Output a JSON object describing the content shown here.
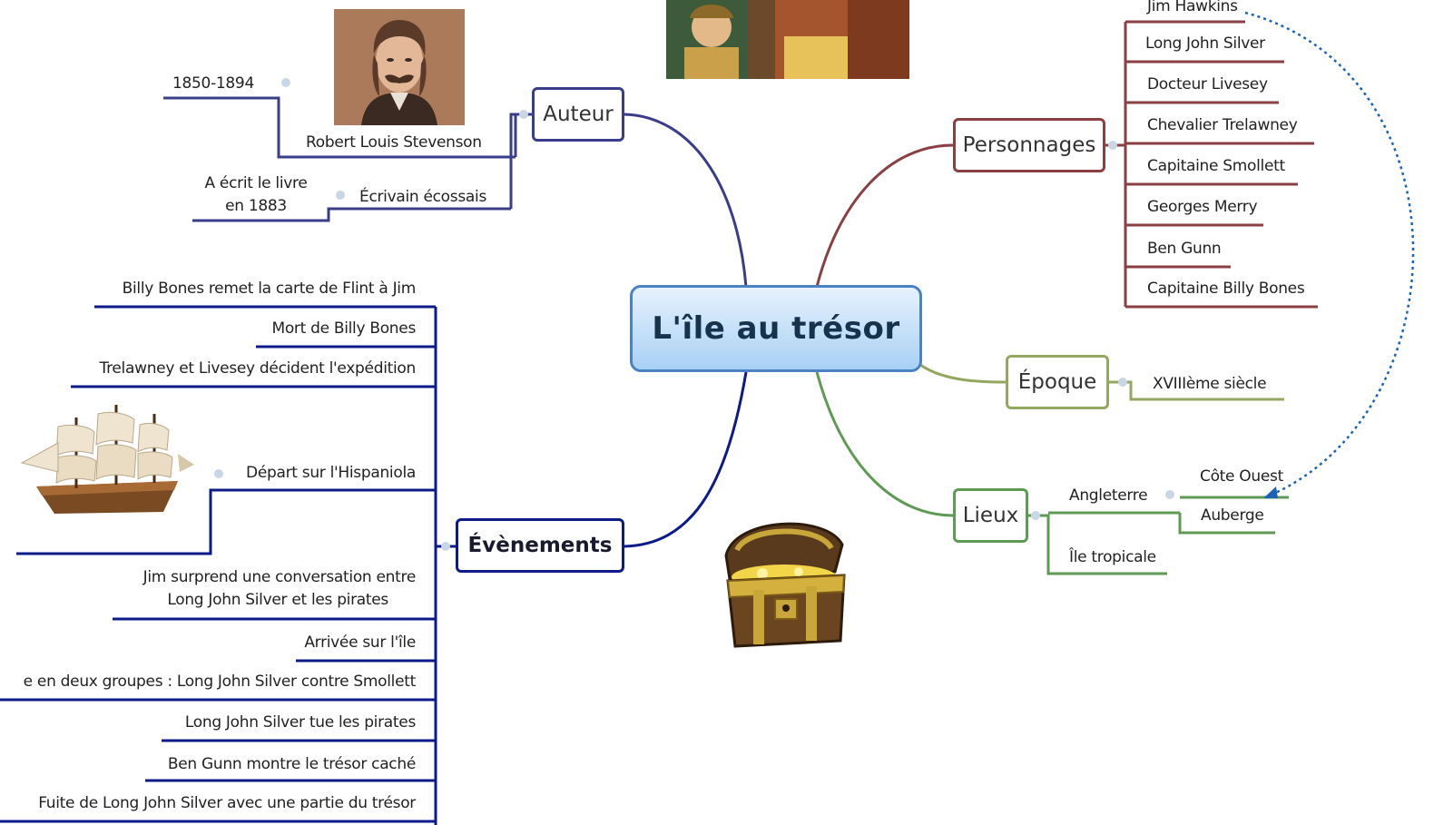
{
  "central_topic": "L'île au trésor",
  "colors": {
    "central": "#4a82c4",
    "auteur": "#3a3d8a",
    "evenements": "#0d1a8a",
    "personnages": "#8a3f43",
    "epoque": "#93a85e",
    "lieux": "#5f9a55",
    "relation": "#1d63b5"
  },
  "auteur": {
    "label": "Auteur",
    "name": "Robert Louis Stevenson",
    "dates": "1850-1894",
    "nationality": "Écrivain écossais",
    "wrote_line1": "A écrit le livre",
    "wrote_line2": "en 1883",
    "image": "author-portrait"
  },
  "evenements": {
    "label": "Évènements",
    "items": [
      "Billy Bones remet la carte de Flint à Jim",
      "Mort de Billy Bones",
      "Trelawney et Livesey décident l'expédition",
      "Départ sur l'Hispaniola",
      "Jim surprend une conversation entre",
      "Long John Silver et les pirates",
      "Arrivée sur l'île",
      "e en deux groupes : Long John Silver contre Smollett",
      "Long John Silver tue les pirates",
      "Ben Gunn montre le trésor caché",
      "Fuite de Long John Silver avec une partie du trésor"
    ],
    "image": "sailing-ship"
  },
  "personnages": {
    "label": "Personnages",
    "items": [
      "Jim Hawkins",
      "Long John Silver",
      "Docteur Livesey",
      "Chevalier Trelawney",
      "Capitaine Smollett",
      "Georges Merry",
      "Ben Gunn",
      "Capitaine Billy Bones"
    ]
  },
  "epoque": {
    "label": "Époque",
    "items": [
      "XVIIIème siècle"
    ]
  },
  "lieux": {
    "label": "Lieux",
    "angleterre": "Angleterre",
    "cote_ouest": "Côte Ouest",
    "auberge": "Auberge",
    "ile_tropicale": "Île tropicale",
    "image": "treasure-chest"
  },
  "top_image": "illustration-jim-and-silver"
}
